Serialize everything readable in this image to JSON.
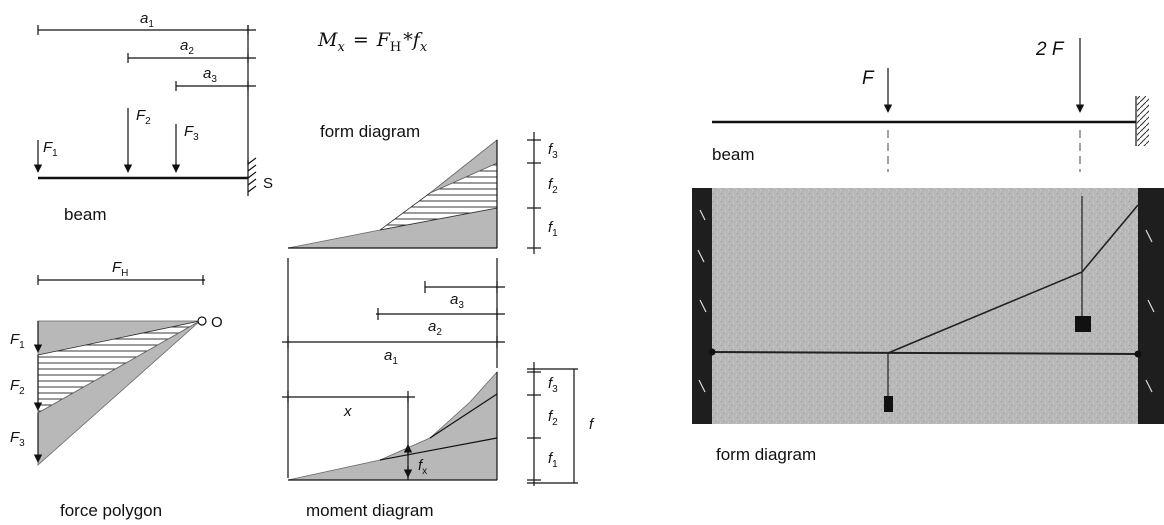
{
  "formula": {
    "lhs": "M",
    "lhs_sub": "x",
    "equals": "=",
    "f": "F",
    "f_sub": "H",
    "times": "*",
    "fx": "f",
    "fx_sub": "x"
  },
  "beam_left": {
    "distance_labels": [
      {
        "main": "a",
        "sub": "1"
      },
      {
        "main": "a",
        "sub": "2"
      },
      {
        "main": "a",
        "sub": "3"
      }
    ],
    "force_labels": [
      {
        "main": "F",
        "sub": "1"
      },
      {
        "main": "F",
        "sub": "2"
      },
      {
        "main": "F",
        "sub": "3"
      }
    ],
    "support_label": "S",
    "caption": "beam"
  },
  "force_polygon": {
    "fh_label": {
      "main": "F",
      "sub": "H"
    },
    "pole_label": "O",
    "force_labels": [
      {
        "main": "F",
        "sub": "1"
      },
      {
        "main": "F",
        "sub": "2"
      },
      {
        "main": "F",
        "sub": "3"
      }
    ],
    "caption": "force polygon"
  },
  "form_diagram_left": {
    "caption": "form diagram",
    "f_labels": [
      {
        "main": "f",
        "sub": "3"
      },
      {
        "main": "f",
        "sub": "2"
      },
      {
        "main": "f",
        "sub": "1"
      }
    ]
  },
  "moment_diagram": {
    "distance_labels": [
      {
        "main": "a",
        "sub": "3"
      },
      {
        "main": "a",
        "sub": "2"
      },
      {
        "main": "a",
        "sub": "1"
      }
    ],
    "x_label": "x",
    "fx_label": {
      "main": "f",
      "sub": "x"
    },
    "f_labels": [
      {
        "main": "f",
        "sub": "3"
      },
      {
        "main": "f",
        "sub": "2"
      },
      {
        "main": "f",
        "sub": "1"
      }
    ],
    "f_total": "f",
    "caption": "moment diagram"
  },
  "right_panel": {
    "force_f": "F",
    "force_2f": "2 F",
    "beam_caption": "beam",
    "form_caption": "form diagram"
  }
}
